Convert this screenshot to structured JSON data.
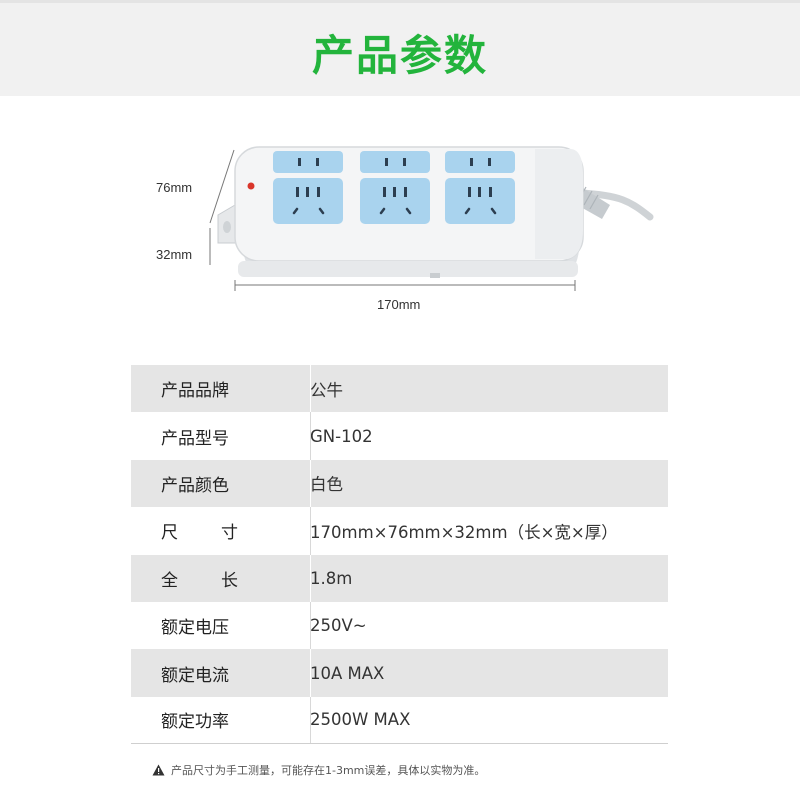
{
  "header": {
    "title": "产品参数"
  },
  "dimensions": {
    "height": "76mm",
    "thickness": "32mm",
    "length": "170mm"
  },
  "specs": [
    {
      "label_chars": [
        "产品品牌"
      ],
      "value": "公牛"
    },
    {
      "label_chars": [
        "产品型号"
      ],
      "value": "GN-102"
    },
    {
      "label_chars": [
        "产品颜色"
      ],
      "value": "白色"
    },
    {
      "label_chars": [
        "尺",
        "寸"
      ],
      "value": "170mm×76mm×32mm（长×宽×厚）"
    },
    {
      "label_chars": [
        "全",
        "长"
      ],
      "value": "1.8m"
    },
    {
      "label_chars": [
        "额定电压"
      ],
      "value": "250V~"
    },
    {
      "label_chars": [
        "额定电流"
      ],
      "value": "10A MAX"
    },
    {
      "label_chars": [
        "额定功率"
      ],
      "value": "2500W MAX"
    }
  ],
  "note": {
    "icon": "warning-icon",
    "text": "产品尺寸为手工测量，可能存在1-3mm误差，具体以实物为准。"
  },
  "colors": {
    "accent": "#23b43c",
    "socket_panel": "#a9d3ee",
    "row_shade": "#e5e5e5"
  }
}
